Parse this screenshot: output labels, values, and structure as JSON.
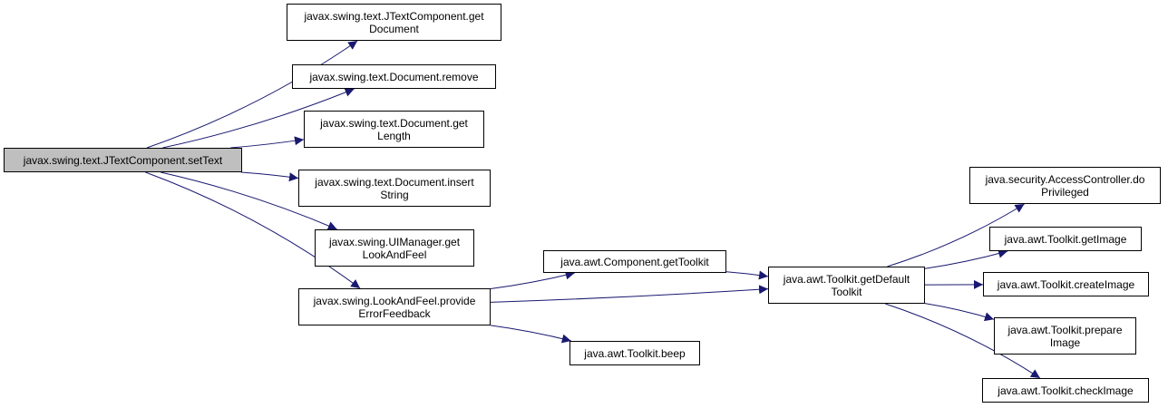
{
  "colors": {
    "edge": "#191970",
    "node_border": "#000000",
    "node_fill": "#ffffff",
    "root_fill": "#bfbfbf"
  },
  "nodes": {
    "root": {
      "lines": [
        "javax.swing.text.JTextComponent.setText"
      ]
    },
    "get_document": {
      "lines": [
        "javax.swing.text.JTextComponent.get",
        "Document"
      ]
    },
    "doc_remove": {
      "lines": [
        "javax.swing.text.Document.remove"
      ]
    },
    "doc_get_length": {
      "lines": [
        "javax.swing.text.Document.get",
        "Length"
      ]
    },
    "doc_insert_string": {
      "lines": [
        "javax.swing.text.Document.insert",
        "String"
      ]
    },
    "ui_get_laf": {
      "lines": [
        "javax.swing.UIManager.get",
        "LookAndFeel"
      ]
    },
    "laf_provide_error": {
      "lines": [
        "javax.swing.LookAndFeel.provide",
        "ErrorFeedback"
      ]
    },
    "component_get_toolkit": {
      "lines": [
        "java.awt.Component.getToolkit"
      ]
    },
    "toolkit_beep": {
      "lines": [
        "java.awt.Toolkit.beep"
      ]
    },
    "toolkit_get_default": {
      "lines": [
        "java.awt.Toolkit.getDefault",
        "Toolkit"
      ]
    },
    "access_do_privileged": {
      "lines": [
        "java.security.AccessController.do",
        "Privileged"
      ]
    },
    "toolkit_get_image": {
      "lines": [
        "java.awt.Toolkit.getImage"
      ]
    },
    "toolkit_create_image": {
      "lines": [
        "java.awt.Toolkit.createImage"
      ]
    },
    "toolkit_prepare_image": {
      "lines": [
        "java.awt.Toolkit.prepare",
        "Image"
      ]
    },
    "toolkit_check_image": {
      "lines": [
        "java.awt.Toolkit.checkImage"
      ]
    }
  },
  "edges": [
    {
      "from": "root",
      "to": "get_document"
    },
    {
      "from": "root",
      "to": "doc_remove"
    },
    {
      "from": "root",
      "to": "doc_get_length"
    },
    {
      "from": "root",
      "to": "doc_insert_string"
    },
    {
      "from": "root",
      "to": "ui_get_laf"
    },
    {
      "from": "root",
      "to": "laf_provide_error"
    },
    {
      "from": "laf_provide_error",
      "to": "component_get_toolkit"
    },
    {
      "from": "laf_provide_error",
      "to": "toolkit_get_default"
    },
    {
      "from": "laf_provide_error",
      "to": "toolkit_beep"
    },
    {
      "from": "component_get_toolkit",
      "to": "toolkit_get_default"
    },
    {
      "from": "toolkit_get_default",
      "to": "access_do_privileged"
    },
    {
      "from": "toolkit_get_default",
      "to": "toolkit_get_image"
    },
    {
      "from": "toolkit_get_default",
      "to": "toolkit_create_image"
    },
    {
      "from": "toolkit_get_default",
      "to": "toolkit_prepare_image"
    },
    {
      "from": "toolkit_get_default",
      "to": "toolkit_check_image"
    }
  ]
}
